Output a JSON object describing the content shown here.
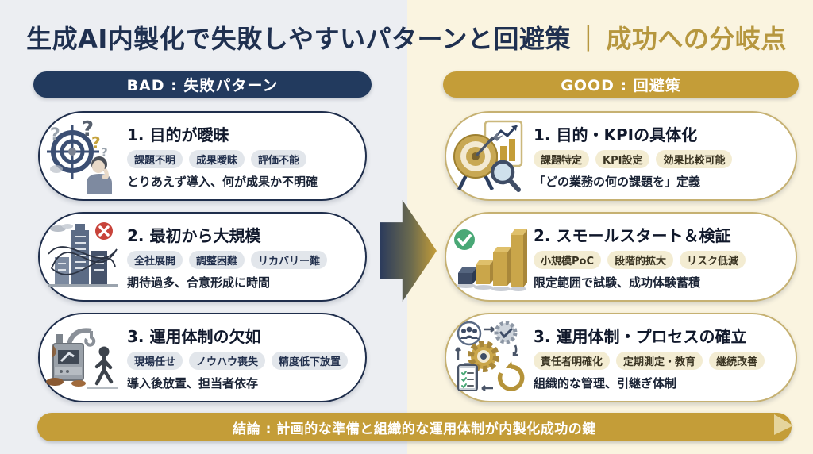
{
  "title": {
    "main": "生成AI内製化で失敗しやすいパターンと回避策",
    "separator": "｜",
    "accent": "成功への分岐点"
  },
  "columns": {
    "bad": {
      "header": "BAD : 失敗パターン",
      "cards": [
        {
          "icon": "confused-target-icon",
          "title": "1. 目的が曖昧",
          "tags": [
            "課題不明",
            "成果曖昧",
            "評価不能"
          ],
          "desc": "とりあえず導入、何が成果か不明確"
        },
        {
          "icon": "tangled-buildings-icon",
          "title": "2. 最初から大規模",
          "tags": [
            "全社展開",
            "調整困難",
            "リカバリー難"
          ],
          "desc": "期待過多、合意形成に時間"
        },
        {
          "icon": "abandoned-machine-icon",
          "title": "3. 運用体制の欠如",
          "tags": [
            "現場任せ",
            "ノウハウ喪失",
            "精度低下放置"
          ],
          "desc": "導入後放置、担当者依存"
        }
      ]
    },
    "good": {
      "header": "GOOD : 回避策",
      "cards": [
        {
          "icon": "target-kpi-icon",
          "title": "1. 目的・KPIの具体化",
          "tags": [
            "課題特定",
            "KPI設定",
            "効果比較可能"
          ],
          "desc": "「どの業務の何の課題を」定義"
        },
        {
          "icon": "growth-bars-icon",
          "title": "2. スモールスタート＆検証",
          "tags": [
            "小規模PoC",
            "段階的拡大",
            "リスク低減"
          ],
          "desc": "限定範囲で試験、成功体験蓄積"
        },
        {
          "icon": "process-gears-icon",
          "title": "3. 運用体制・プロセスの確立",
          "tags": [
            "責任者明確化",
            "定期測定・教育",
            "継続改善"
          ],
          "desc": "組織的な管理、引継ぎ体制"
        }
      ]
    }
  },
  "conclusion": "結論 : 計画的な準備と組織的な運用体制が内製化成功の鍵",
  "colors": {
    "navy": "#223a5e",
    "gold": "#c49d38",
    "left_background": "#eceef2",
    "right_background": "#faf4e0",
    "bad_card_border": "#1f2e4c",
    "good_card_border": "#c6b172",
    "error_red": "#c8433a",
    "success_green": "#49a876"
  }
}
